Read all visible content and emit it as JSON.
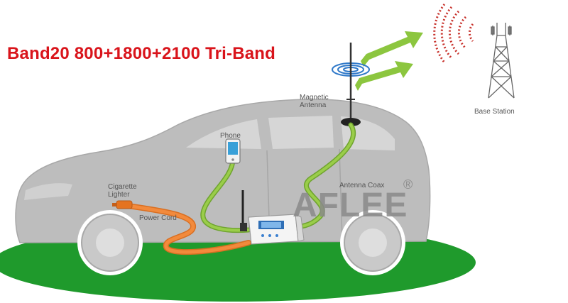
{
  "headline": "Band20 800+1800+2100 Tri-Band",
  "labels": {
    "magnetic_antenna_line1": "Magnetic",
    "magnetic_antenna_line2": "Antenna",
    "base_station": "Base Station",
    "phone": "Phone",
    "cigarette_lighter_line1": "Cigarette",
    "cigarette_lighter_line2": "Lighter",
    "power_cord": "Power Cord",
    "antenna_coax": "Antenna Coax"
  },
  "watermark": {
    "brand": "AFLEE",
    "registered_mark": "®"
  },
  "colors": {
    "headline": "#d9141b",
    "cable": "#9acd4a",
    "power_cord": "#f28a3c",
    "ground": "#1f9a2c",
    "car": "#bdbdbd",
    "signal_waves": "#c8332d",
    "antenna_waves": "#2f79c9"
  },
  "icons": [
    "car-icon",
    "base-station-tower-icon",
    "magnetic-antenna-icon",
    "phone-icon",
    "booster-icon",
    "signal-arrow-icon"
  ]
}
